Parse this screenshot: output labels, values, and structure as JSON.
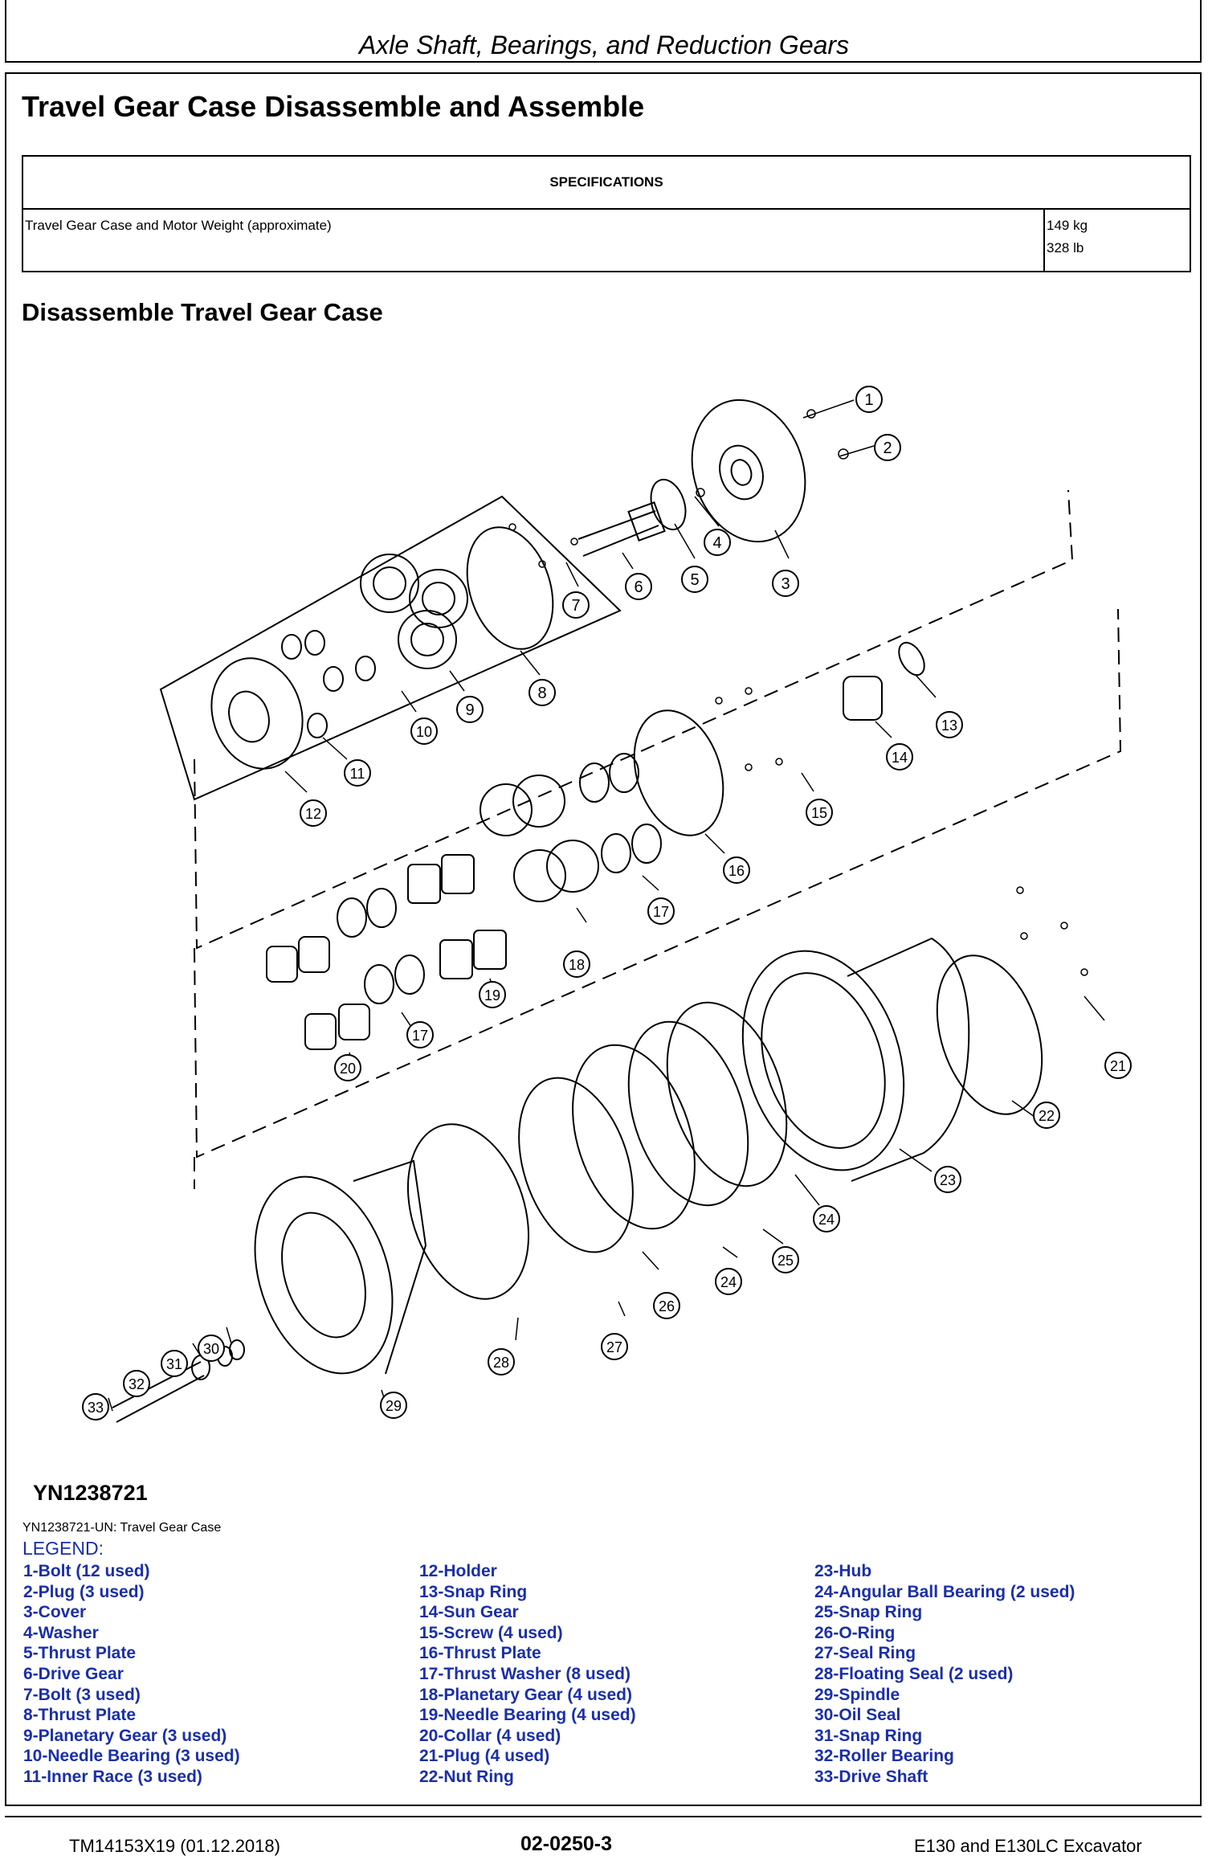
{
  "header": {
    "running_head": "Axle Shaft, Bearings, and Reduction Gears"
  },
  "page_title": "Travel Gear Case Disassemble and Assemble",
  "specifications": {
    "heading": "SPECIFICATIONS",
    "rows": [
      {
        "name": "Travel Gear Case and Motor Weight (approximate)",
        "value_metric": "149 kg",
        "value_imperial": "328 lb"
      }
    ]
  },
  "section_title": "Disassemble Travel Gear Case",
  "figure": {
    "id": "YN1238721",
    "caption": "YN1238721-UN: Travel Gear Case",
    "callouts": [
      "1",
      "2",
      "3",
      "4",
      "5",
      "6",
      "7",
      "8",
      "9",
      "10",
      "11",
      "12",
      "13",
      "14",
      "15",
      "16",
      "17",
      "17",
      "18",
      "19",
      "20",
      "21",
      "22",
      "23",
      "24",
      "24",
      "25",
      "26",
      "27",
      "28",
      "29",
      "30",
      "31",
      "32",
      "33"
    ]
  },
  "legend": {
    "title": "LEGEND:",
    "col1": [
      "1-Bolt (12 used)",
      "2-Plug (3 used)",
      "3-Cover",
      "4-Washer",
      "5-Thrust Plate",
      "6-Drive Gear",
      "7-Bolt (3 used)",
      "8-Thrust Plate",
      "9-Planetary Gear (3 used)",
      "10-Needle Bearing (3 used)",
      "11-Inner Race (3 used)"
    ],
    "col2": [
      "12-Holder",
      "13-Snap Ring",
      "14-Sun Gear",
      "15-Screw (4 used)",
      "16-Thrust Plate",
      "17-Thrust Washer (8 used)",
      "18-Planetary Gear (4 used)",
      "19-Needle Bearing (4 used)",
      "20-Collar (4 used)",
      "21-Plug (4 used)",
      "22-Nut Ring"
    ],
    "col3": [
      "23-Hub",
      "24-Angular Ball Bearing (2 used)",
      "25-Snap Ring",
      "26-O-Ring",
      "27-Seal Ring",
      "28-Floating Seal (2 used)",
      "29-Spindle",
      "30-Oil Seal",
      "31-Snap Ring",
      "32-Roller Bearing",
      "33-Drive Shaft"
    ]
  },
  "footer": {
    "doc_id": "TM14153X19 (01.12.2018)",
    "page_number": "02-0250-3",
    "model": "E130 and E130LC Excavator"
  }
}
